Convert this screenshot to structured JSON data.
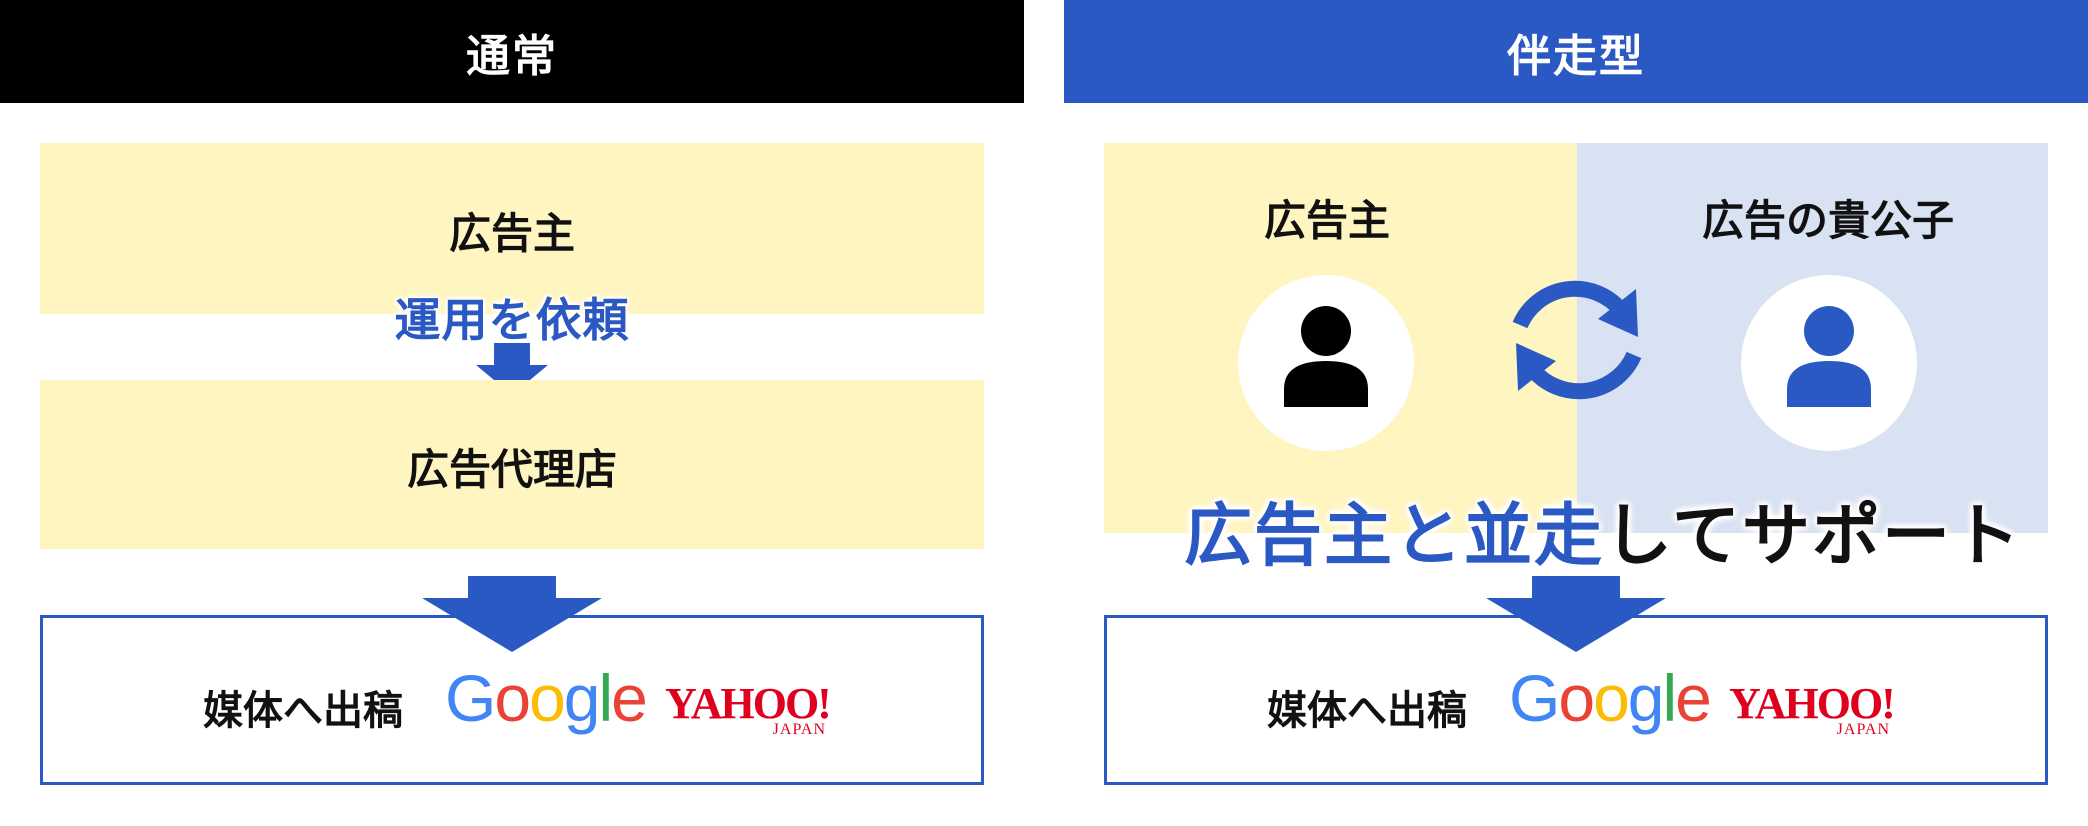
{
  "colors": {
    "accent": "#2B59C3",
    "yellow": "#FFF5C0",
    "lightblue": "#D9E2F3",
    "black": "#000000"
  },
  "left": {
    "header": "通常",
    "advertiser": "広告主",
    "request": "運用を依頼",
    "agency": "広告代理店",
    "media": "媒体へ出稿"
  },
  "right": {
    "header": "伴走型",
    "advertiser": "広告主",
    "partner": "広告の貴公子",
    "slogan_blue": "広告主と並走",
    "slogan_black": "してサポート",
    "media": "媒体へ出稿"
  },
  "logos": {
    "google": [
      "G",
      "o",
      "o",
      "g",
      "l",
      "e"
    ],
    "google_colors": [
      "#4285F4",
      "#EA4335",
      "#FBBC05",
      "#4285F4",
      "#34A853",
      "#EA4335"
    ],
    "yahoo_main": "YAHOO!",
    "yahoo_sub": "JAPAN"
  },
  "icons": [
    "person-icon",
    "refresh-cycle-icon",
    "down-arrow-icon"
  ]
}
